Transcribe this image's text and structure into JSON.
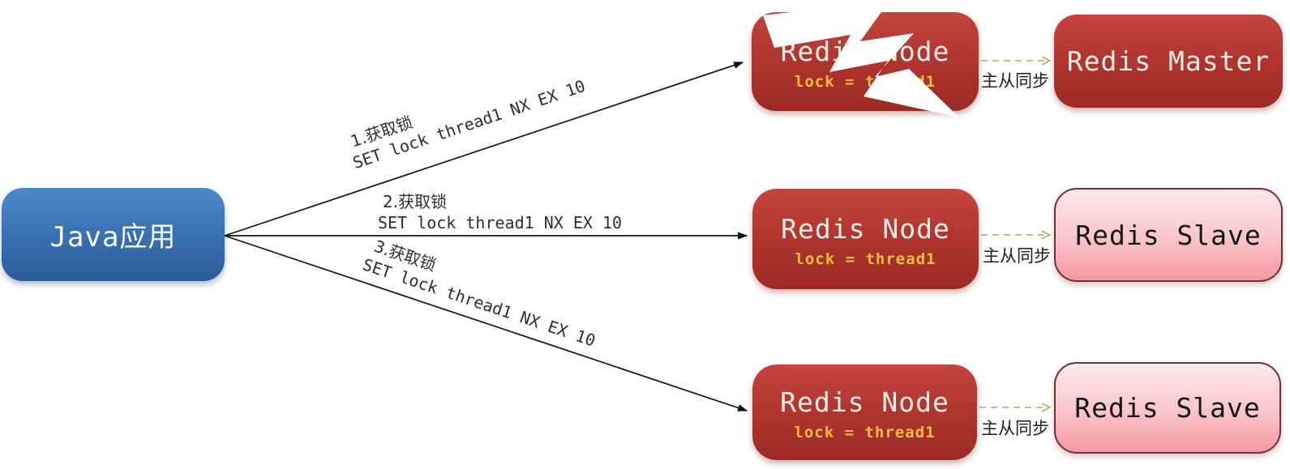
{
  "app": {
    "label": "Java应用"
  },
  "redis_nodes": [
    {
      "title": "Redis Node",
      "lock": "lock = thread1",
      "crashed": true
    },
    {
      "title": "Redis Node",
      "lock": "lock = thread1",
      "crashed": false
    },
    {
      "title": "Redis Node",
      "lock": "lock = thread1",
      "crashed": false
    }
  ],
  "replicas": [
    {
      "title": "Redis Master",
      "role": "master"
    },
    {
      "title": "Redis Slave",
      "role": "slave"
    },
    {
      "title": "Redis Slave",
      "role": "slave"
    }
  ],
  "lock_requests": [
    {
      "step": "1.获取锁",
      "command": "SET lock thread1 NX EX 10"
    },
    {
      "step": "2.获取锁",
      "command": "SET lock thread1 NX EX 10"
    },
    {
      "step": "3.获取锁",
      "command": "SET lock thread1 NX EX 10"
    }
  ],
  "sync_label": "主从同步",
  "colors": {
    "java_box_blue": "#3a74b6",
    "redis_node_red": "#b23630",
    "slave_pink_top": "#fdeaec",
    "slave_pink_bottom": "#f499a0",
    "lock_text_yellow": "#f2bd3e",
    "sync_arrow_olive": "#abab62",
    "arrow_black": "#141414"
  }
}
